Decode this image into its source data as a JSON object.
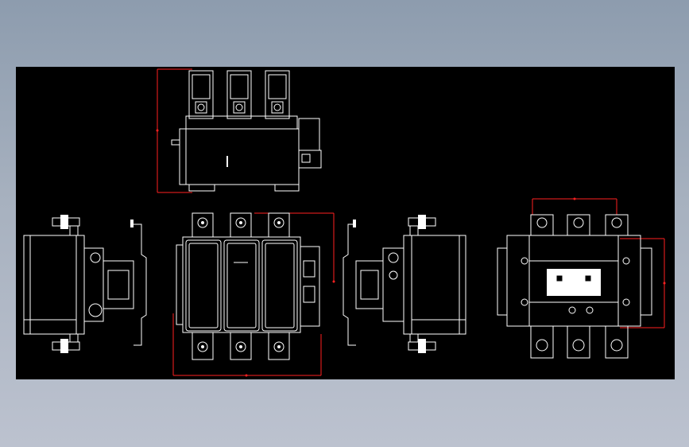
{
  "drawing": {
    "background": "#000000",
    "line_color": "#ffffff",
    "dimension_color": "#ff2020"
  },
  "views": [
    {
      "id": "top-view"
    },
    {
      "id": "left-side-view"
    },
    {
      "id": "front-view"
    },
    {
      "id": "right-side-view"
    },
    {
      "id": "rear-view"
    }
  ]
}
